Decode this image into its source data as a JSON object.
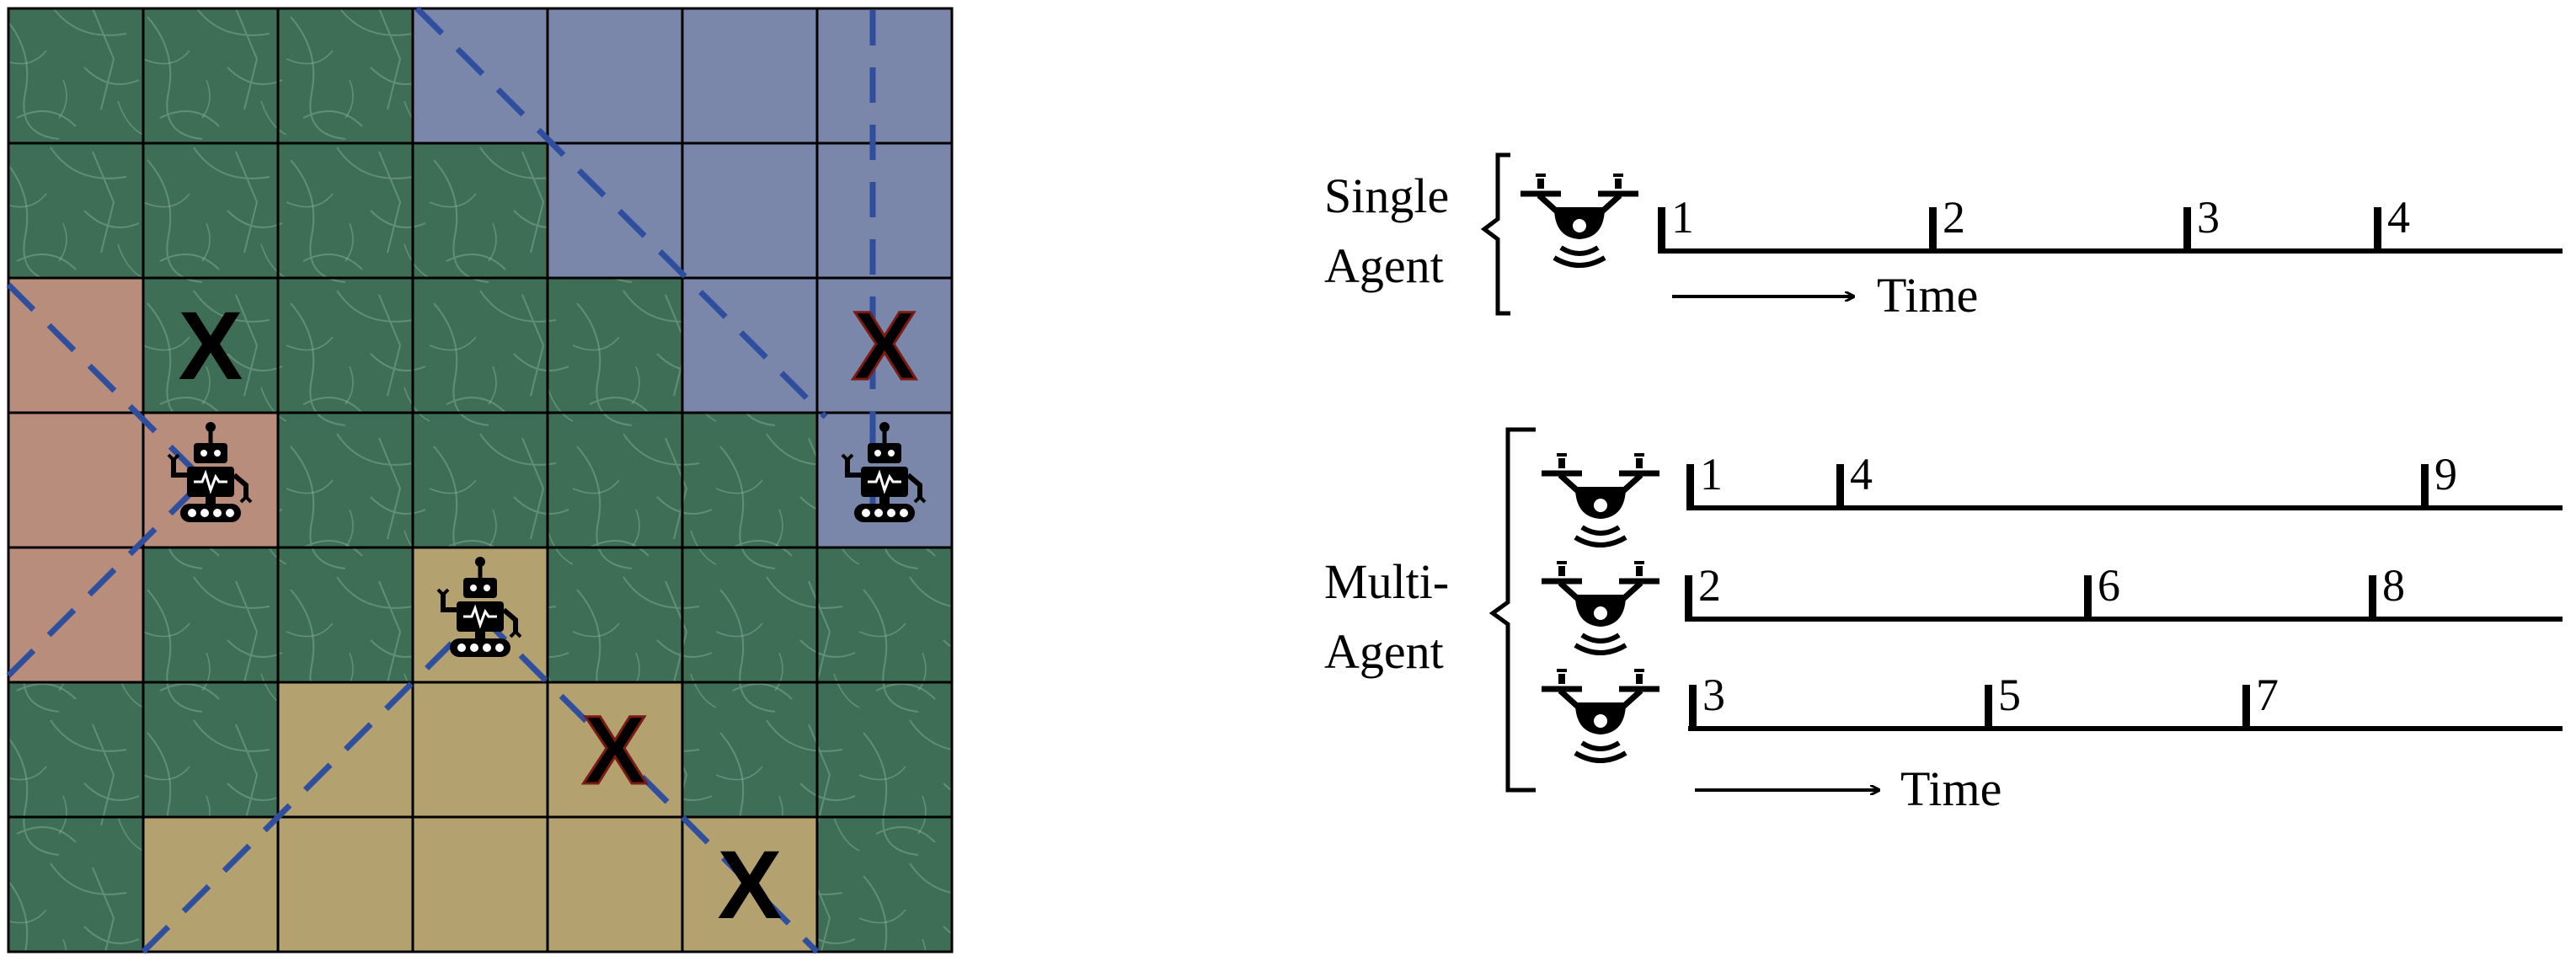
{
  "grid": {
    "rows": 7,
    "cols": 7,
    "colors": {
      "green": "#3f6e57",
      "green_light": "#6f9a82",
      "blue": "#7b86ab",
      "orange": "#b88d7c",
      "tan": "#b3a270",
      "dashed_line": "#2f4f9e",
      "red_x": "#e4412b",
      "black_x": "#111111"
    },
    "regions": [
      [
        "g",
        "g",
        "g",
        "b",
        "b",
        "b",
        "b"
      ],
      [
        "g",
        "g",
        "g",
        "g",
        "b",
        "b",
        "b"
      ],
      [
        "o",
        "g",
        "g",
        "g",
        "g",
        "b",
        "b"
      ],
      [
        "o",
        "o",
        "g",
        "g",
        "g",
        "g",
        "b"
      ],
      [
        "o",
        "g",
        "g",
        "y",
        "g",
        "g",
        "g"
      ],
      [
        "g",
        "g",
        "y",
        "y",
        "y",
        "g",
        "g"
      ],
      [
        "g",
        "y",
        "y",
        "y",
        "y",
        "y",
        "g"
      ]
    ],
    "robots": [
      {
        "icon": "robot-icon",
        "row": 3,
        "col": 1
      },
      {
        "icon": "robot-icon",
        "row": 3,
        "col": 6
      },
      {
        "icon": "robot-icon",
        "row": 4,
        "col": 3
      }
    ],
    "marks": [
      {
        "text": "X",
        "row": 2,
        "col": 1,
        "color": "black"
      },
      {
        "text": "X",
        "row": 2,
        "col": 6,
        "color": "red"
      },
      {
        "text": "X",
        "row": 5,
        "col": 4,
        "color": "red"
      },
      {
        "text": "X",
        "row": 6,
        "col": 5,
        "color": "black"
      }
    ]
  },
  "single": {
    "label_line1": "Single",
    "label_line2": "Agent",
    "icon": "drone-icon",
    "ticks": [
      "1",
      "2",
      "3",
      "4"
    ],
    "time_label": "Time"
  },
  "multi": {
    "label_line1": "Multi-",
    "label_line2": "Agent",
    "icon": "drone-icon",
    "rows": [
      [
        "1",
        "4",
        "9"
      ],
      [
        "2",
        "6",
        "8"
      ],
      [
        "3",
        "5",
        "7"
      ]
    ],
    "time_label": "Time"
  }
}
